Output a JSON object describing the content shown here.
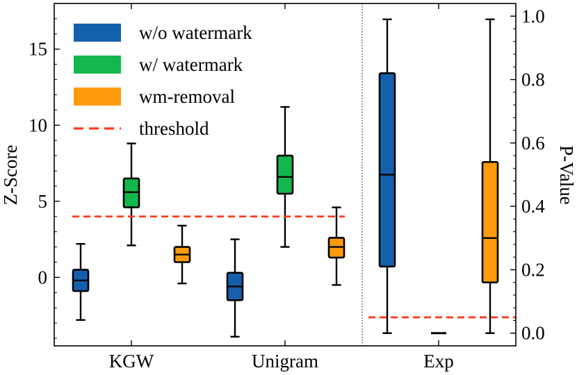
{
  "colors": {
    "w/o watermark": "#1560ad",
    "w/ watermark": "#12b84c",
    "wm-removal": "#ff9a0a",
    "threshold": "#ff3a1a"
  },
  "chart_data": [
    {
      "type": "box",
      "panel": "left",
      "categories": [
        "KGW",
        "Unigram"
      ],
      "ylabel": "Z-Score",
      "ylim": [
        -4.5,
        18
      ],
      "yticks": [
        0,
        5,
        10,
        15
      ],
      "threshold": 4.0,
      "series": [
        {
          "name": "w/o watermark",
          "boxes": [
            {
              "category": "KGW",
              "whisker_low": -2.8,
              "q1": -0.9,
              "median": -0.2,
              "q3": 0.5,
              "whisker_high": 2.2
            },
            {
              "category": "Unigram",
              "whisker_low": -3.9,
              "q1": -1.5,
              "median": -0.6,
              "q3": 0.3,
              "whisker_high": 2.5
            }
          ]
        },
        {
          "name": "w/ watermark",
          "boxes": [
            {
              "category": "KGW",
              "whisker_low": 2.1,
              "q1": 4.6,
              "median": 5.6,
              "q3": 6.5,
              "whisker_high": 8.8
            },
            {
              "category": "Unigram",
              "whisker_low": 2.0,
              "q1": 5.5,
              "median": 6.6,
              "q3": 8.0,
              "whisker_high": 11.2
            }
          ]
        },
        {
          "name": "wm-removal",
          "boxes": [
            {
              "category": "KGW",
              "whisker_low": -0.4,
              "q1": 1.0,
              "median": 1.5,
              "q3": 2.0,
              "whisker_high": 3.4
            },
            {
              "category": "Unigram",
              "whisker_low": -0.5,
              "q1": 1.3,
              "median": 2.0,
              "q3": 2.6,
              "whisker_high": 4.6
            }
          ]
        }
      ],
      "legend": {
        "placement": "top-left",
        "entries": [
          "w/o watermark",
          "w/ watermark",
          "wm-removal",
          "threshold"
        ]
      }
    },
    {
      "type": "box",
      "panel": "right",
      "categories": [
        "Exp"
      ],
      "ylabel": "P-Value",
      "ylim": [
        -0.04,
        1.04
      ],
      "yticks": [
        "0.0",
        "0.2",
        "0.4",
        "0.6",
        "0.8",
        "1.0"
      ],
      "threshold": 0.05,
      "series": [
        {
          "name": "w/o watermark",
          "boxes": [
            {
              "category": "Exp",
              "whisker_low": 0.0,
              "q1": 0.21,
              "median": 0.5,
              "q3": 0.82,
              "whisker_high": 0.99
            }
          ]
        },
        {
          "name": "w/ watermark",
          "boxes": [
            {
              "category": "Exp",
              "whisker_low": 0.0,
              "q1": 0.0,
              "median": 0.0,
              "q3": 0.0,
              "whisker_high": 0.0
            }
          ]
        },
        {
          "name": "wm-removal",
          "boxes": [
            {
              "category": "Exp",
              "whisker_low": 0.0,
              "q1": 0.16,
              "median": 0.3,
              "q3": 0.54,
              "whisker_high": 0.99
            }
          ]
        }
      ]
    }
  ]
}
